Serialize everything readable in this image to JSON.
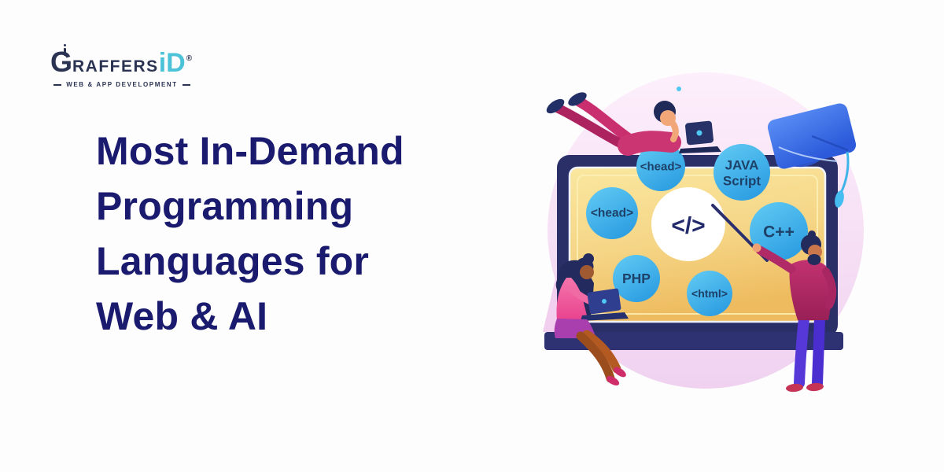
{
  "page": {
    "background_color": "#fdfdfe"
  },
  "logo": {
    "brand_initial": "G",
    "brand_rest": "RAFFERS",
    "brand_suffix": "iD",
    "registered_mark": "®",
    "tagline": "WEB & APP DEVELOPMENT",
    "navy": "#2a3352",
    "cyan": "#4cc2d8"
  },
  "hero": {
    "title_lines": [
      "Most In-Demand",
      "Programming",
      "Languages for",
      "Web & AI"
    ],
    "title_color": "#1a1a6e"
  },
  "illustration": {
    "code_symbol": "</>",
    "bubbles": [
      {
        "label": "<head>"
      },
      {
        "line1": "JAVA",
        "line2": "Script"
      },
      {
        "label": "<head>"
      },
      {
        "label": "C++"
      },
      {
        "label": "PHP"
      },
      {
        "label": "<html>"
      }
    ],
    "colors": {
      "bubble_blue": "#3fb0ea",
      "bubble_text": "#1d4168",
      "code_symbol_color": "#232a6b",
      "screen_gold": "#f3c86e",
      "frame_navy": "#2b2f68",
      "shelf_navy": "#2e3272",
      "backdrop_pink": "#f6dcf4",
      "cap_blue": "#3a6cec",
      "tassel_cyan": "#45bdf0",
      "clothes_crimson": "#c23270",
      "pants_indigo": "#5638d8"
    }
  }
}
